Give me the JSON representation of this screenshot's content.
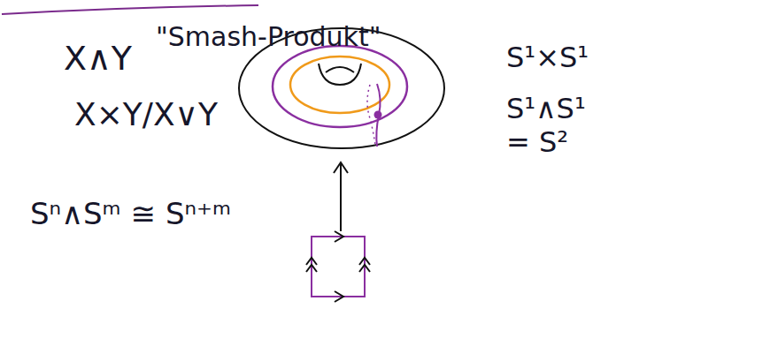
{
  "diagram": {
    "labels": [
      "X∧Y",
      "\"Smash-Produkt\"",
      "X×Y/X∨Y",
      "Sⁿ∧Sᵐ ≅ Sⁿ⁺ᵐ",
      "S¹×S¹",
      "S¹∧S¹ = S²"
    ]
  }
}
